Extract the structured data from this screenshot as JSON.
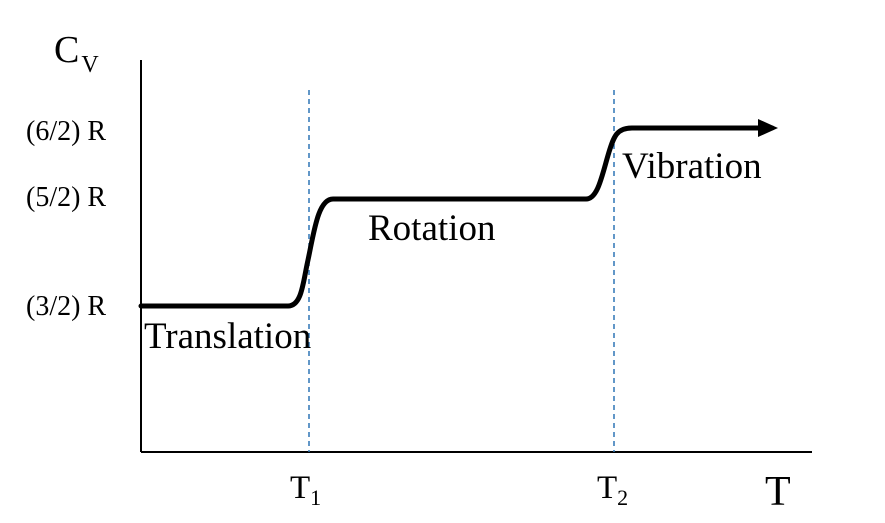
{
  "axes": {
    "y_label_main": "C",
    "y_label_sub": "V",
    "x_label": "T"
  },
  "y_levels": [
    {
      "label": "(6/2) R",
      "value": 3.0
    },
    {
      "label": "(5/2) R",
      "value": 2.5
    },
    {
      "label": "(3/2) R",
      "value": 1.5
    }
  ],
  "transitions": [
    {
      "main": "T",
      "sub": "1"
    },
    {
      "main": "T",
      "sub": "2"
    }
  ],
  "regions": [
    {
      "label": "Translation"
    },
    {
      "label": "Rotation"
    },
    {
      "label": "Vibration"
    }
  ],
  "colors": {
    "curve": "#000000",
    "axis": "#000000",
    "guide": "#2e75b6"
  }
}
